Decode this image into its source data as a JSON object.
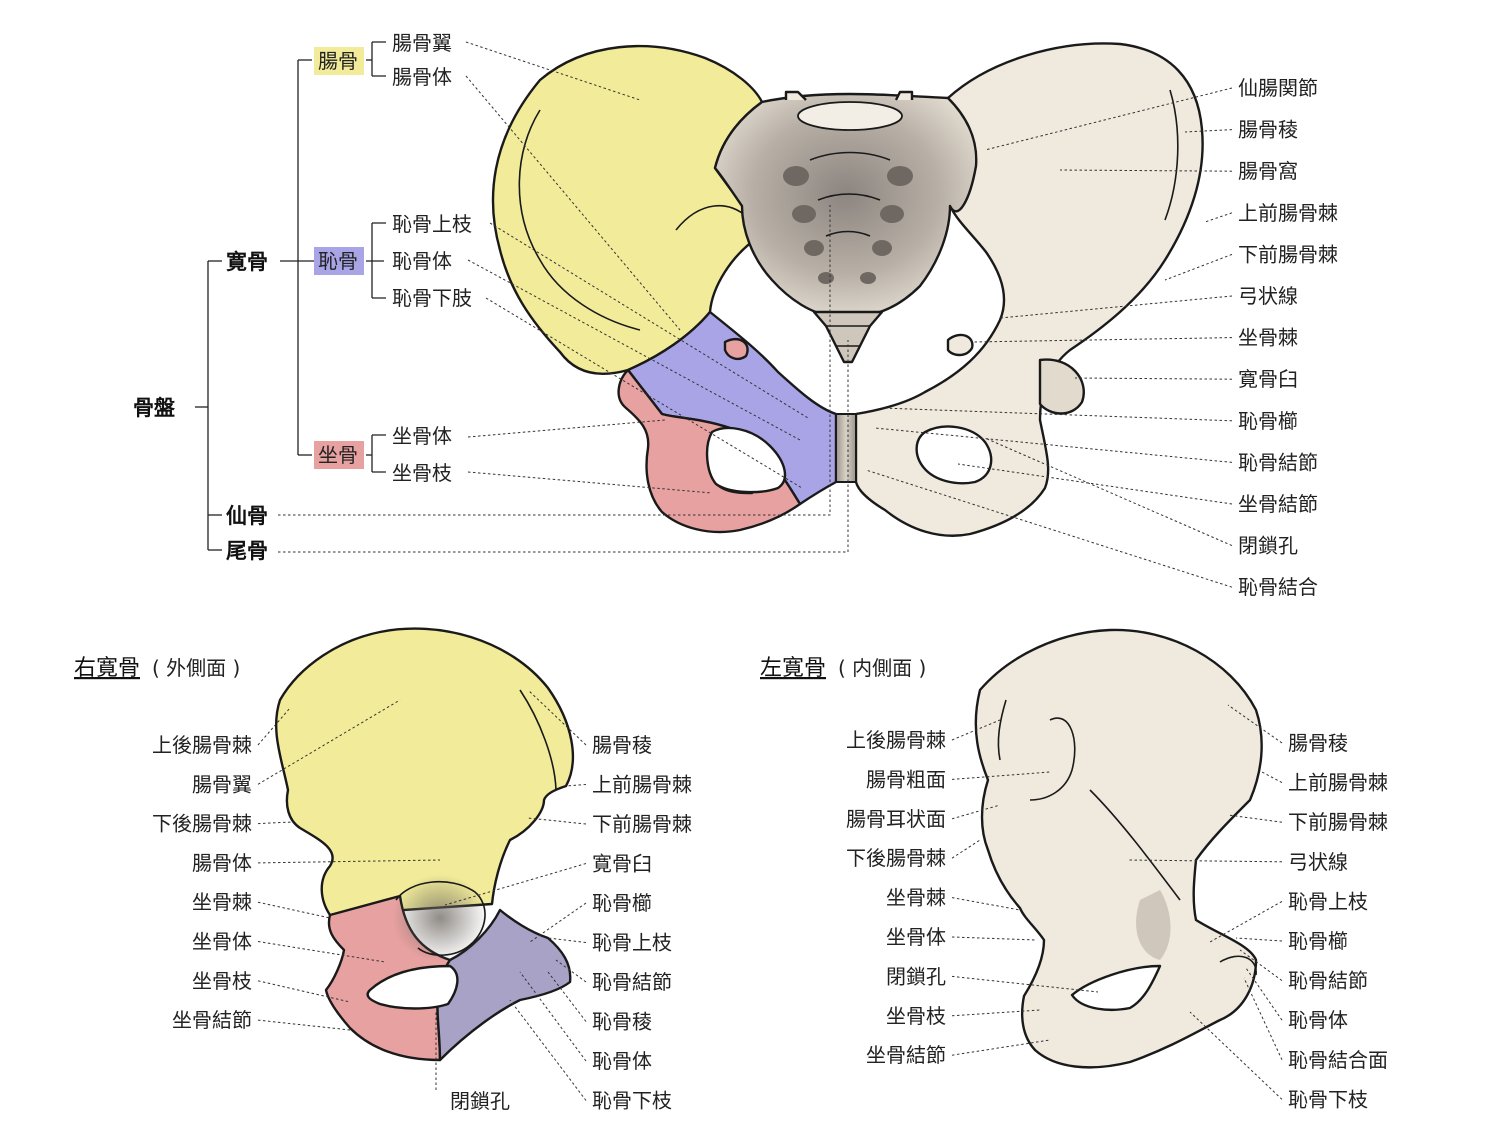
{
  "colors": {
    "ilium": "#f2ec9a",
    "pubis": "#a8a4e6",
    "ischium": "#e8a1a1",
    "bone": "#efe9de",
    "outline": "#1a1a1a"
  },
  "tree": {
    "root": "骨盤",
    "hip_bone": "寛骨",
    "ilium": "腸骨",
    "pubis": "恥骨",
    "ischium": "坐骨",
    "sacrum": "仙骨",
    "coccyx": "尾骨",
    "ilium_parts": [
      "腸骨翼",
      "腸骨体"
    ],
    "pubis_parts": [
      "恥骨上枝",
      "恥骨体",
      "恥骨下肢"
    ],
    "ischium_parts": [
      "坐骨体",
      "坐骨枝"
    ]
  },
  "top_right_labels": [
    "仙腸関節",
    "腸骨稜",
    "腸骨窩",
    "上前腸骨棘",
    "下前腸骨棘",
    "弓状線",
    "坐骨棘",
    "寛骨臼",
    "恥骨櫛",
    "恥骨結節",
    "坐骨結節",
    "閉鎖孔",
    "恥骨結合"
  ],
  "right_hip": {
    "title": "右寛骨",
    "subtitle": "( 外側面 )",
    "left_labels": [
      "上後腸骨棘",
      "腸骨翼",
      "下後腸骨棘",
      "腸骨体",
      "坐骨棘",
      "坐骨体",
      "坐骨枝",
      "坐骨結節"
    ],
    "right_labels": [
      "腸骨稜",
      "上前腸骨棘",
      "下前腸骨棘",
      "寛骨臼",
      "恥骨櫛",
      "恥骨上枝",
      "恥骨結節",
      "恥骨稜",
      "恥骨体",
      "恥骨下枝"
    ],
    "bottom_label": "閉鎖孔"
  },
  "left_hip": {
    "title": "左寛骨",
    "subtitle": "( 内側面 )",
    "left_labels": [
      "上後腸骨棘",
      "腸骨粗面",
      "腸骨耳状面",
      "下後腸骨棘",
      "坐骨棘",
      "坐骨体",
      "閉鎖孔",
      "坐骨枝",
      "坐骨結節"
    ],
    "right_labels": [
      "腸骨稜",
      "上前腸骨棘",
      "下前腸骨棘",
      "弓状線",
      "恥骨上枝",
      "恥骨櫛",
      "恥骨結節",
      "恥骨体",
      "恥骨結合面",
      "恥骨下枝"
    ]
  }
}
